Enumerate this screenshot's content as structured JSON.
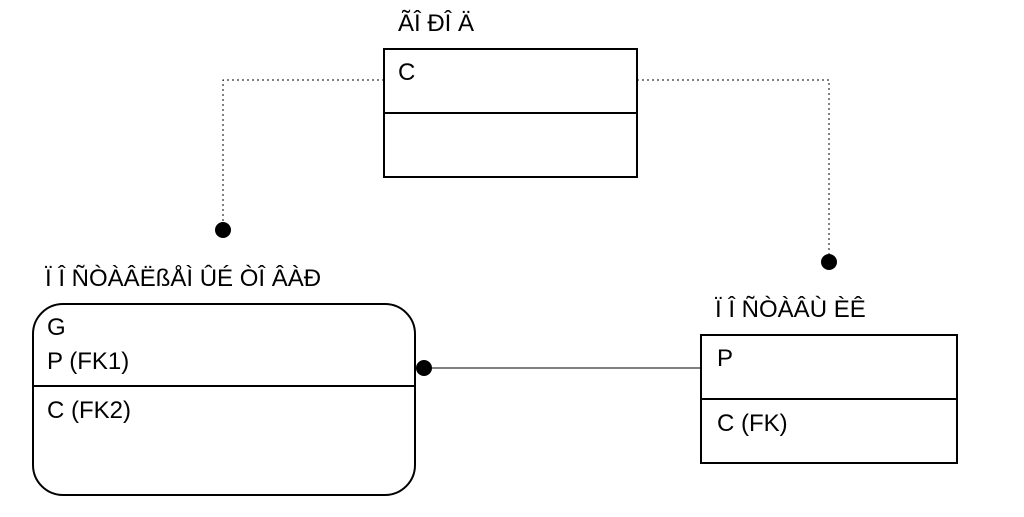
{
  "entities": {
    "top": {
      "title": "ÃÎ ÐÎ Ä",
      "pk_fields": [
        "C"
      ],
      "attr_fields": []
    },
    "left": {
      "title": "Ï Î ÑÒÀÂËßÅÌ ÛÉ ÒÎ ÂÀÐ",
      "pk_fields": [
        "G",
        "P (FK1)"
      ],
      "attr_fields": [
        "C (FK2)"
      ]
    },
    "right": {
      "title": "Ï Î ÑÒÀÂÙ ÈÊ",
      "pk_fields": [
        "P"
      ],
      "attr_fields": [
        "C (FK)"
      ]
    }
  }
}
